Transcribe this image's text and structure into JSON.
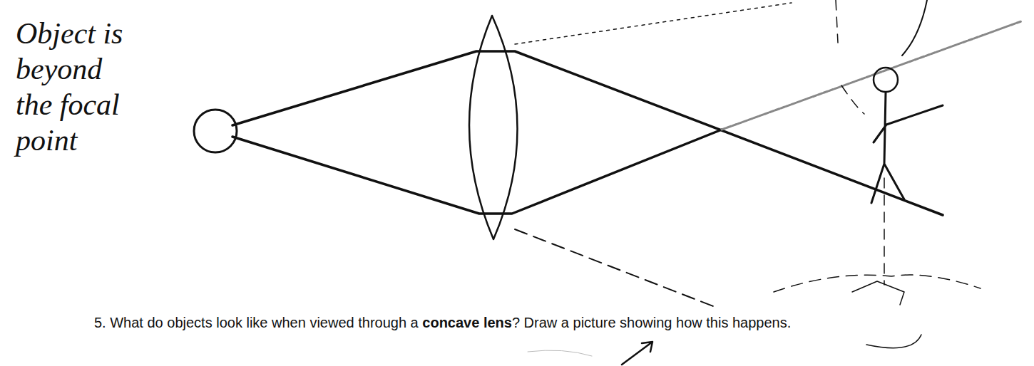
{
  "diagram": {
    "labels": [
      "Object is beyond the focal point",
      "5. What do objects look like when viewed through a",
      "concave lens",
      "? Draw a picture showing how this happens."
    ]
  }
}
